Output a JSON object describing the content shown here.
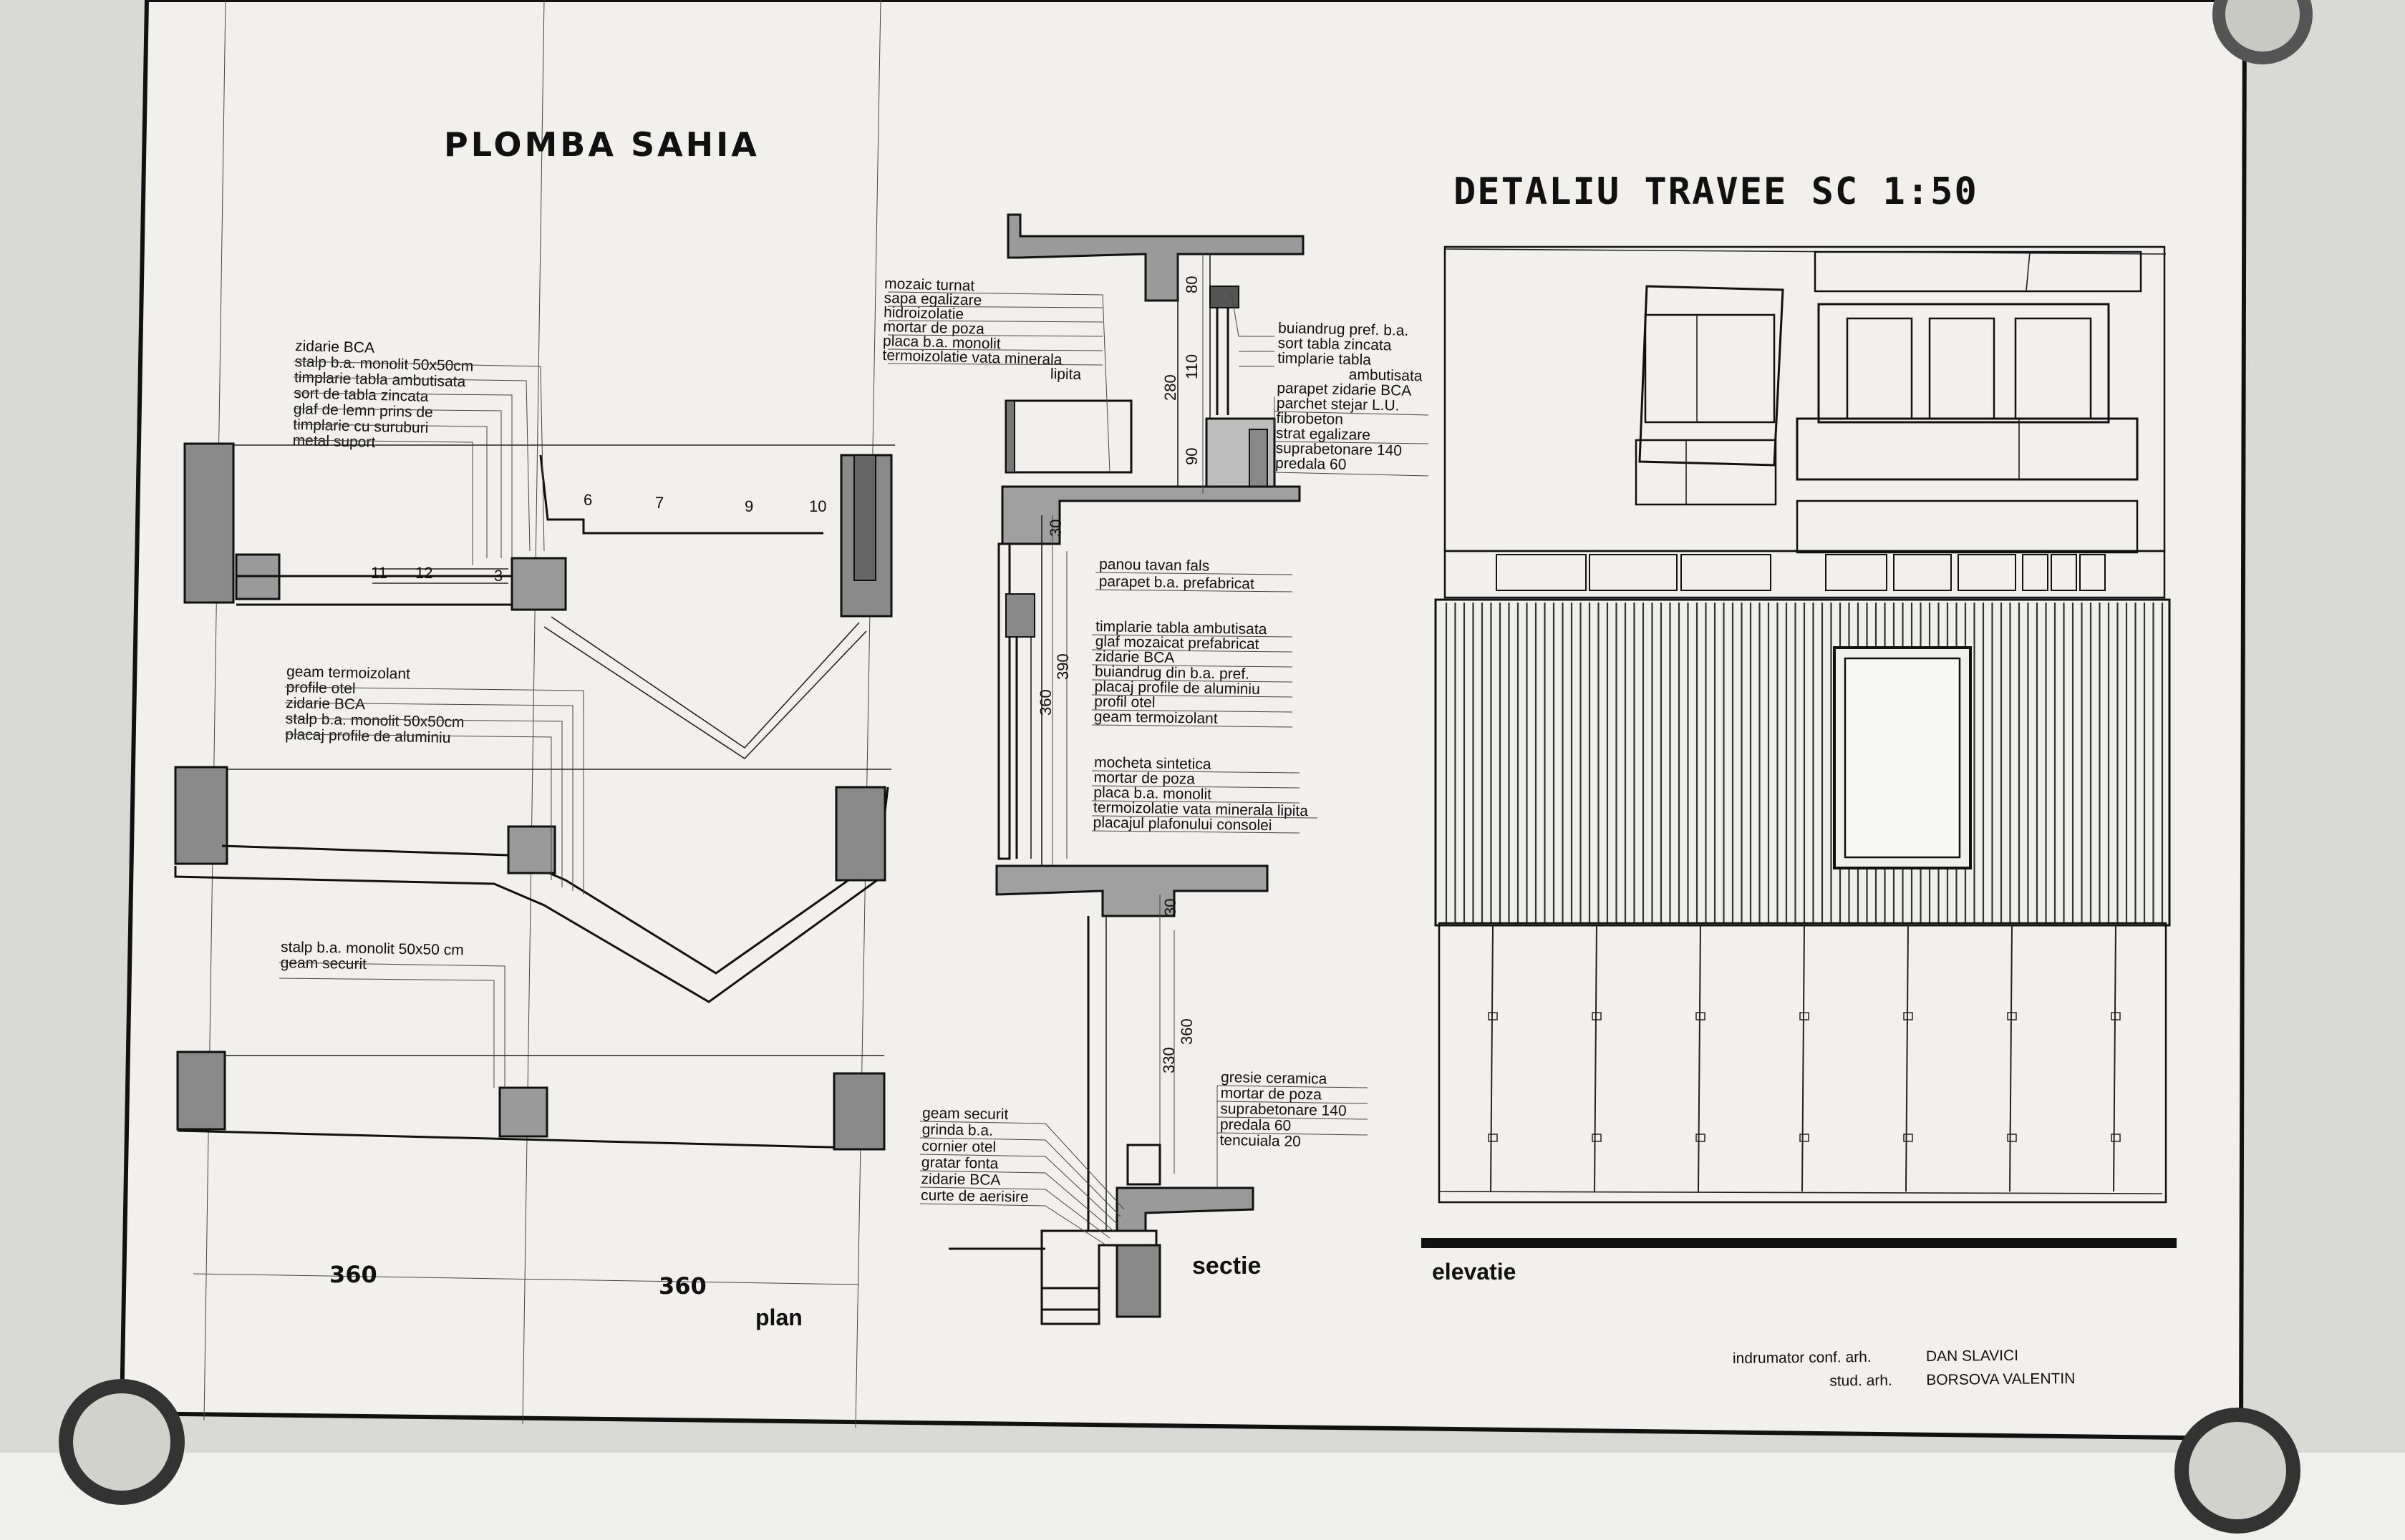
{
  "sheet": {
    "title_left": "PLOMBA SAHIA",
    "title_right": "DETALIU TRAVEE SC 1:50",
    "plan_label": "plan",
    "section_label": "sectie",
    "elevation_label": "elevatie",
    "dim_360_a": "360",
    "dim_360_b": "360",
    "credits": {
      "line1_prefix": "indrumator conf. arh.",
      "line1_name": "DAN SLAVICI",
      "line2_prefix": "stud. arh.",
      "line2_name": "BORSOVA VALENTIN"
    }
  },
  "plan": {
    "callouts_top": [
      "zidarie BCA",
      "stalp b.a. monolit 50x50cm",
      "timplarie tabla ambutisata",
      "sort de tabla zincata",
      "glaf de lemn prins de",
      "timplarie cu suruburi",
      "metal suport"
    ],
    "markers": [
      "6",
      "7",
      "9",
      "10",
      "11",
      "12",
      "3"
    ],
    "callouts_mid": [
      "geam termoizolant",
      "profile otel",
      "zidarie BCA",
      "stalp b.a. monolit 50x50cm",
      "placaj profile de aluminiu"
    ],
    "callouts_low": [
      "stalp b.a. monolit 50x50 cm",
      "geam securit"
    ]
  },
  "section": {
    "callouts_top_left": [
      "mozaic turnat",
      "sapa egalizare",
      "hidroizolatie",
      "mortar de poza",
      "placa b.a. monolit",
      "termoizolatie vata minerala",
      "lipita"
    ],
    "callouts_top_right": [
      "buiandrug pref. b.a.",
      "sort tabla zincata",
      "timplarie tabla",
      "ambutisata",
      "parapet zidarie BCA",
      "parchet stejar L.U.",
      "fibrobeton",
      "strat egalizare",
      "suprabetonare 140",
      "predala 60"
    ],
    "dims_top": [
      "80",
      "110",
      "280",
      "90"
    ],
    "callouts_mid_1": [
      "panou tavan fals",
      "parapet b.a. prefabricat"
    ],
    "callouts_mid_2": [
      "timplarie tabla ambutisata",
      "glaf mozaicat prefabricat",
      "zidarie BCA",
      "buiandrug din b.a. pref.",
      "placaj profile de aluminiu",
      "profil otel",
      "geam termoizolant"
    ],
    "callouts_mid_3": [
      "mocheta sintetica",
      "mortar de poza",
      "placa b.a. monolit",
      "termoizolatie vata minerala lipita",
      "placajul plafonului consolei"
    ],
    "dims_mid": [
      "30",
      "360",
      "390"
    ],
    "dims_low": [
      "30",
      "360",
      "330"
    ],
    "callouts_bottom_right": [
      "gresie ceramica",
      "mortar de poza",
      "suprabetonare 140",
      "predala 60",
      "tencuiala 20"
    ],
    "callouts_bottom_left": [
      "geam securit",
      "grinda b.a.",
      "cornier otel",
      "gratar fonta",
      "zidarie BCA",
      "curte de aerisire"
    ]
  }
}
